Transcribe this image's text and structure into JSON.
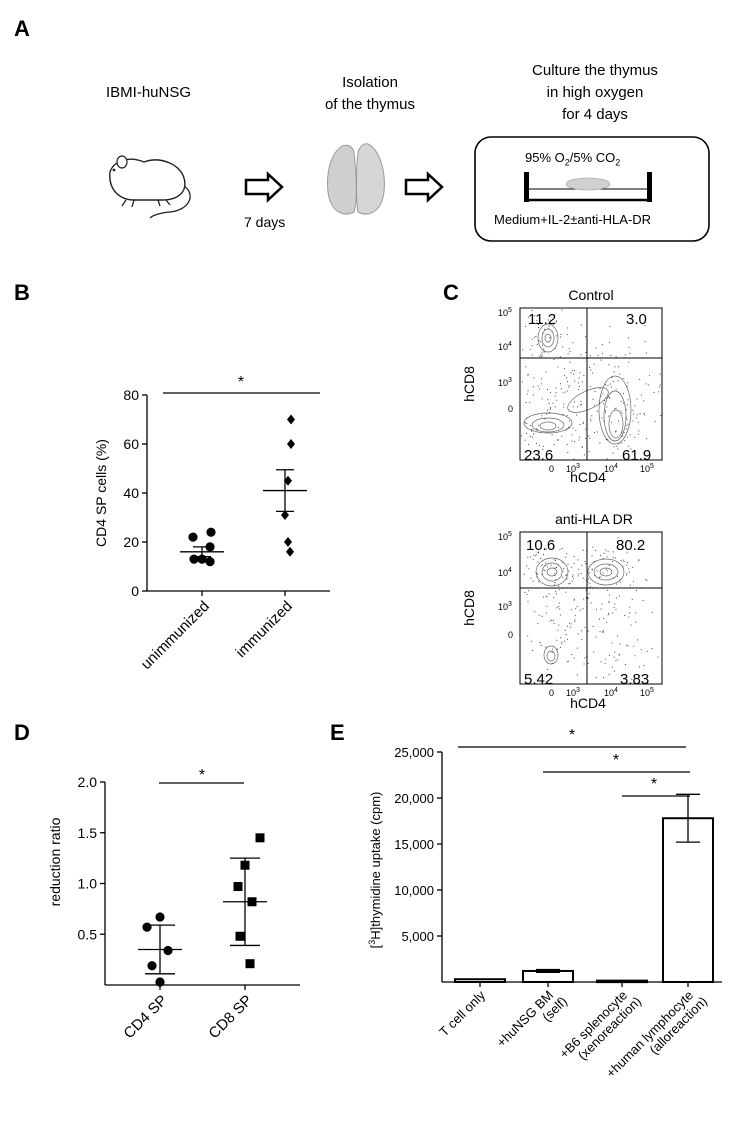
{
  "panel_labels": {
    "a": "A",
    "b": "B",
    "c": "C",
    "d": "D",
    "e": "E"
  },
  "workflow": {
    "mouse_label": "IBMI-huNSG",
    "isolation_line1": "Isolation",
    "isolation_line2": "of the thymus",
    "interval": "7 days",
    "culture_line1": "Culture the thymus",
    "culture_line2": "in high oxygen",
    "culture_line3": "for 4 days",
    "gas_o2": "95% O",
    "gas_sub1": "2",
    "gas_sep": "/5% CO",
    "gas_sub2": "2",
    "medium": "Medium+IL-2±anti-HLA-DR"
  },
  "flow": {
    "control": {
      "title": "Control",
      "q_ul": "11.2",
      "q_ur": "3.0",
      "q_ll": "23.6",
      "q_lr": "61.9"
    },
    "anti": {
      "title": "anti-HLA DR",
      "q_ul": "10.6",
      "q_ur": "80.2",
      "q_ll": "5.42",
      "q_lr": "3.83"
    },
    "ylabel": "hCD8",
    "xlabel": "hCD4",
    "ticks": {
      "t105": "10",
      "t104": "10",
      "t103": "10",
      "t0": "0",
      "e5": "5",
      "e4": "4",
      "e3": "3"
    }
  },
  "chart_data": [
    {
      "panel": "B",
      "type": "scatter",
      "ylabel": "CD4 SP cells (%)",
      "categories": [
        "unimmunized",
        "immunized"
      ],
      "ylim": [
        0,
        80
      ],
      "yticks": [
        0,
        20,
        40,
        60,
        80
      ],
      "points": [
        [
          24,
          22,
          18,
          13,
          12,
          13
        ],
        [
          70,
          60,
          45,
          31,
          20,
          16
        ]
      ],
      "mean": [
        16,
        41
      ],
      "sem": [
        2,
        8.5
      ],
      "significance": "*"
    },
    {
      "panel": "D",
      "type": "scatter",
      "ylabel": "reduction ratio",
      "categories": [
        "CD4 SP",
        "CD8 SP"
      ],
      "ylim": [
        0,
        2.0
      ],
      "yticks": [
        0.5,
        1.0,
        1.5,
        2.0
      ],
      "ytick_labels": [
        "0.5",
        "1.0",
        "1.5",
        "2.0"
      ],
      "points": [
        [
          0.67,
          0.57,
          0.34,
          0.19,
          0.03
        ],
        [
          1.45,
          1.18,
          0.97,
          0.82,
          0.48,
          0.21
        ]
      ],
      "mean": [
        0.35,
        0.82
      ],
      "sd": [
        0.24,
        0.43
      ],
      "significance": "*"
    },
    {
      "panel": "E",
      "type": "bar",
      "ylabel_prefix": "[",
      "ylabel_sup": "3",
      "ylabel_main": "H]thymidine uptake (cpm)",
      "categories": [
        "T cell only",
        "+huNSG BM",
        "+B6 splenocyte",
        "+human lymphocyte"
      ],
      "categories_line2": [
        "",
        "(self)",
        "(xenoreaction)",
        "(alloreaction)"
      ],
      "values": [
        300,
        1200,
        150,
        17800
      ],
      "errors": [
        0,
        150,
        0,
        2600
      ],
      "ylim": [
        0,
        25000
      ],
      "yticks": [
        5000,
        10000,
        15000,
        20000,
        25000
      ],
      "ytick_labels": [
        "5,000",
        "10,000",
        "15,000",
        "20,000",
        "25,000"
      ],
      "significance": [
        "*",
        "*",
        "*"
      ]
    }
  ]
}
